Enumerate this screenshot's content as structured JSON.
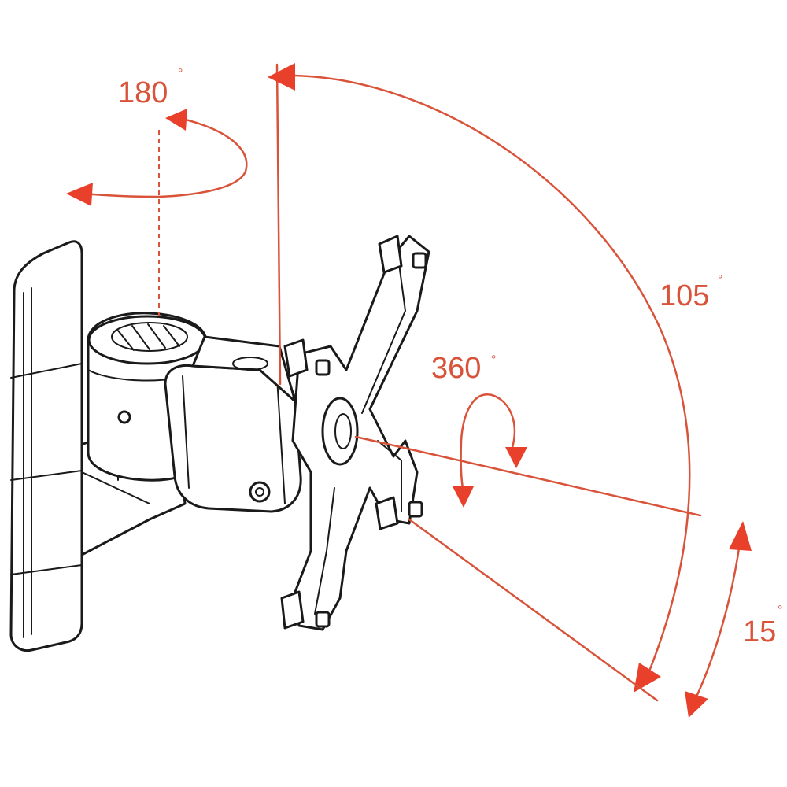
{
  "diagram": {
    "colors": {
      "annotation": "#d9533a",
      "arrowhead": "#e8402a",
      "line_art": "#1a1a1a",
      "background": "#ffffff"
    },
    "angles": {
      "swivel": {
        "value": "180",
        "unit": "°"
      },
      "tilt_up": {
        "value": "105",
        "unit": "°"
      },
      "rotation": {
        "value": "360",
        "unit": "°"
      },
      "tilt_down": {
        "value": "15",
        "unit": "°"
      }
    }
  }
}
